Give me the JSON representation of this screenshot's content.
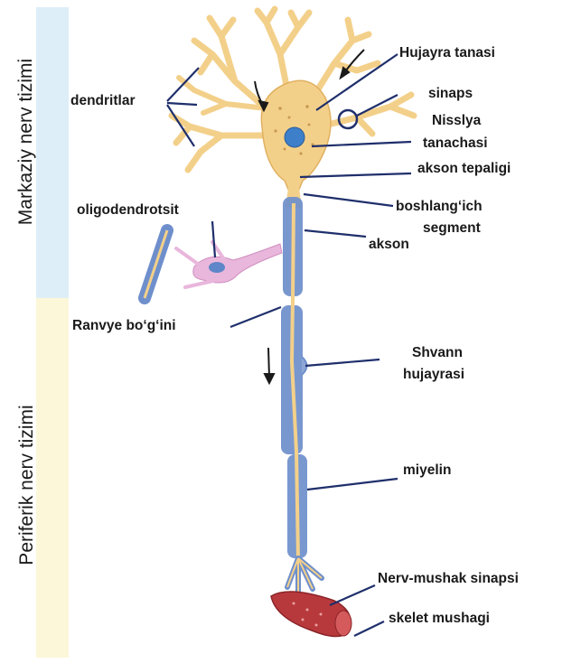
{
  "regions": {
    "cns": "Markaziy nerv tizimi",
    "pns": "Periferik nerv tizimi"
  },
  "labels": {
    "dendrites": "dendritlar",
    "cell_body": "Hujayra tanasi",
    "synapse": "sinaps",
    "nissl_line1": "Nisslya",
    "nissl_line2": "tanachasi",
    "axon_hillock": "akson tepaligi",
    "initial_segment_line1": "boshlang‘ich",
    "initial_segment_line2": "segment",
    "axon": "akson",
    "oligodendrocyte": "oligodendrotsit",
    "node_of_ranvier": "Ranvye bo‘g‘ini",
    "schwann_line1": "Shvann",
    "schwann_line2": "hujayrasi",
    "myelin": "miyelin",
    "nmj": "Nerv-mushak sinapsi",
    "skeletal_muscle": "skelet mushagi"
  },
  "colors": {
    "neuron": "#f3d08a",
    "neuron_outline": "#e0b060",
    "myelin": "#6e8fcc",
    "nucleus": "#3d7fc8",
    "oligodendrocyte": "#e9b6dc",
    "muscle": "#b8393c",
    "leader_line": "#1f2f6b"
  }
}
